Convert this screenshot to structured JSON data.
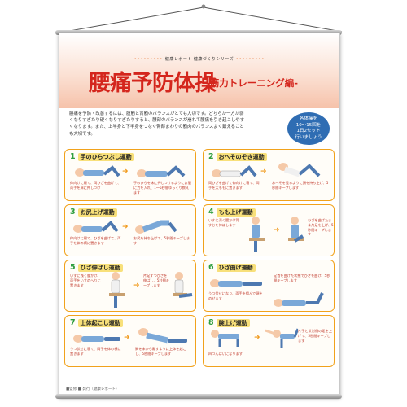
{
  "poster": {
    "series": "健康レポート 健康づくりシリーズ",
    "title": "腰痛予防体操",
    "subtitle": "-筋力トレーニング編-",
    "intro": "腰痛を予防・改善するには、腹筋と背筋のバランスがとても大切です。どちらか一方が弱くなりすぎたり硬くなりすぎたりすると、腰部のバランスが崩れて腰痛を引き起こしやすくなります。また、上半身と下半身をつなぐ臀部まわりの筋肉のバランスよく鍛えることも大切です。",
    "reps_badge": [
      "各体操を",
      "10〜15回を",
      "1日2セット",
      "行いましょう"
    ],
    "footer": "■監修  ■ 発行（健康レポート）"
  },
  "exercises": [
    {
      "num": "1",
      "label": "手のひらつぶし運動",
      "notes": [
        "仰向けに寝て、両ひざを曲げて、両手を床に押しつけ",
        "手のひらを床に押しつけるようにお腹に力を入れ、1〜5秒間ゆっくり数えます"
      ]
    },
    {
      "num": "2",
      "label": "おへそのぞき運動",
      "notes": [
        "両ひざを曲げて仰向けに寝て、両手を太ももに置きます",
        "おへそを見るように頭を持ち上げ、5秒間キープします"
      ]
    },
    {
      "num": "3",
      "label": "お尻上げ運動",
      "notes": [
        "仰向けに寝て、ひざを曲げて、両手を体の横に置きます",
        "お尻を持ち上げて、5秒間キープします"
      ]
    },
    {
      "num": "4",
      "label": "もも上げ運動",
      "notes": [
        "いすに深く腰かけ背すじを伸ばします",
        "ひざを曲げたまま片足を上げ、5秒間キープします"
      ]
    },
    {
      "num": "5",
      "label": "ひざ伸ばし運動",
      "notes": [
        "いすに浅く腰かけ、両手をいすのへりに置きます",
        "片足ずつひざを伸ばし、5秒間キープします"
      ]
    },
    {
      "num": "6",
      "label": "ひざ曲げ運動",
      "notes": [
        "うつ伏せになり、両手を組んで頭をのせます",
        "足首を曲げた状態でひざを曲げ、5秒間キープします"
      ]
    },
    {
      "num": "7",
      "label": "上体起こし運動",
      "notes": [
        "うつ伏せに寝て、両手を体の横に置きます",
        "胸を床から離すように上体を起こし、5秒間キープします"
      ]
    },
    {
      "num": "8",
      "label": "腕上げ運動",
      "notes": [
        "四つんばいになります",
        "片手と反対側の足を上げて、5秒間キープします"
      ]
    }
  ],
  "colors": {
    "title_red": "#d4261d",
    "card_border": "#f1a21c",
    "number_green": "#2f9e3f",
    "badge_blue": "#2f6db3"
  }
}
